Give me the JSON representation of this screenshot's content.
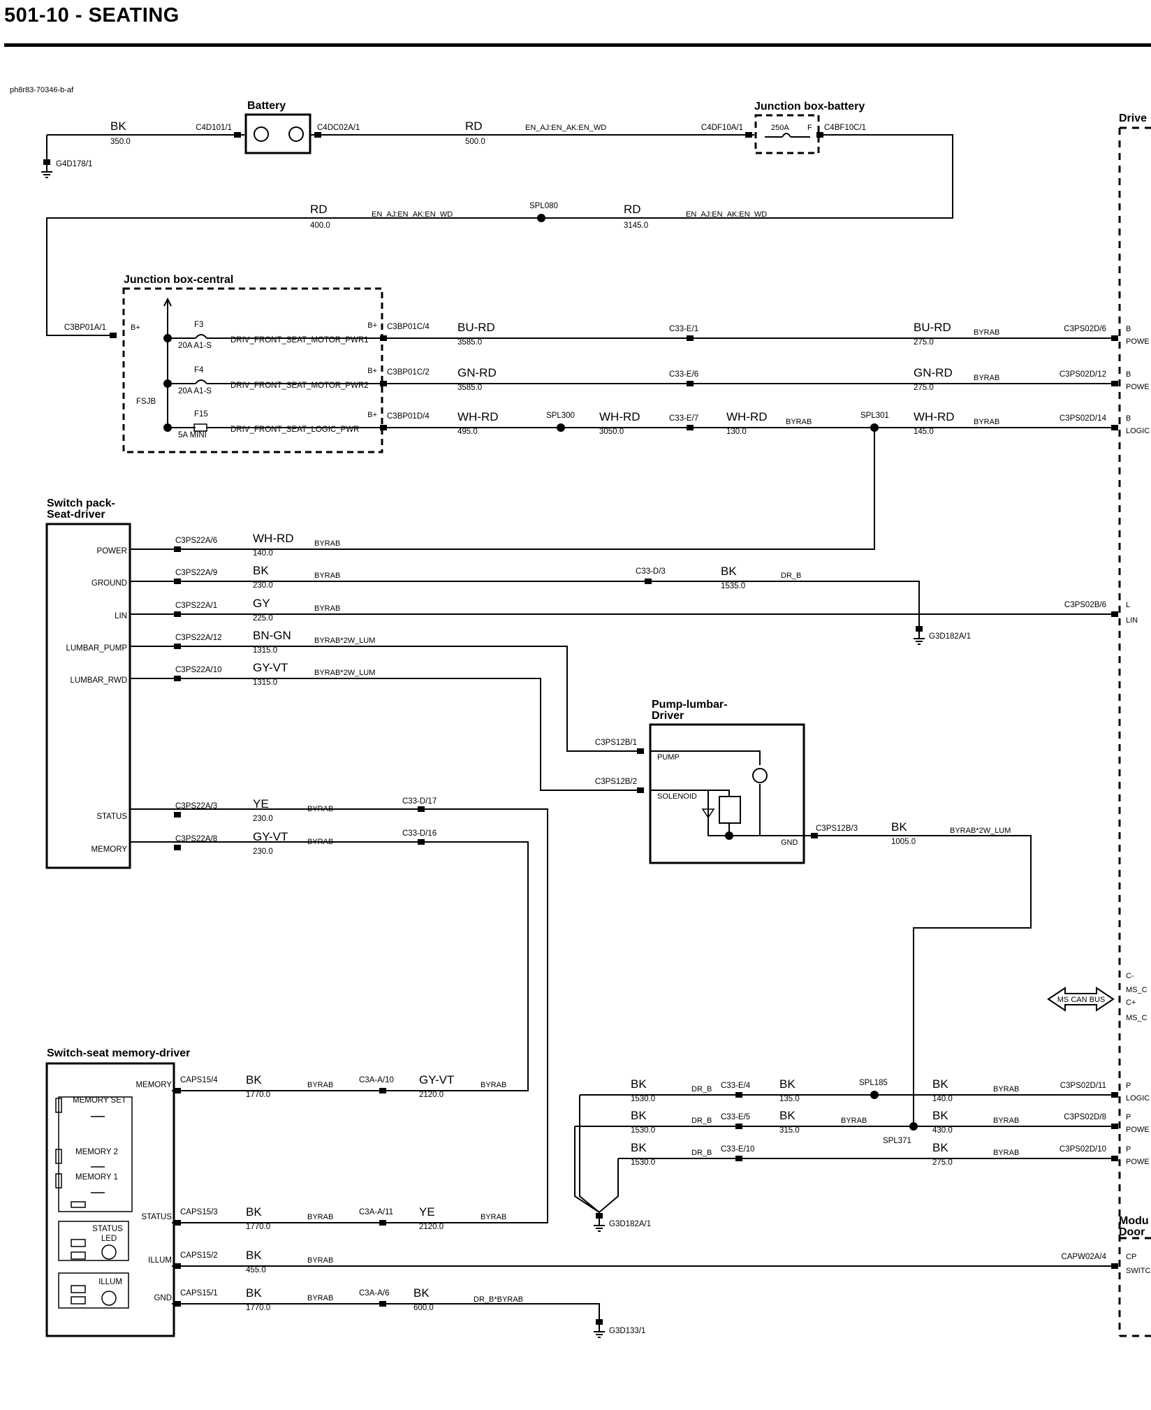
{
  "header": {
    "title": "501-10 - SEATING"
  },
  "diagram": {
    "ref_code": "ph8r83-70346-b-af",
    "components": {
      "battery": "Battery",
      "jb_battery": "Junction box-battery",
      "jb_central": "Junction box-central",
      "switch_pack": [
        "Switch pack-",
        "Seat-driver"
      ],
      "pump_lumbar": [
        "Pump-lumbar-",
        "Driver"
      ],
      "switch_memory": "Switch-seat memory-driver",
      "driver_module_partial": "Drive",
      "door_module_partial": [
        "Modu",
        "Door"
      ]
    },
    "battery_circuit": [
      {
        "c": "BK",
        "g": "350.0"
      },
      {
        "c": "RD",
        "g": "500.0"
      },
      {
        "c": "RD",
        "g": "400.0"
      },
      {
        "c": "RD",
        "g": "3145.0"
      }
    ],
    "connectors_top": [
      "C4D101/1",
      "C4DC02A/1",
      "C4DF10A/1",
      "C4BF10C/1",
      "G4D178/1",
      "C3BP01A/1"
    ],
    "en_code": "EN_AJ:EN_AK:EN_WD",
    "fuse_battery": {
      "rating": "250A",
      "type": "F"
    },
    "splices": [
      "SPL080",
      "SPL300",
      "SPL301",
      "SPL185",
      "SPL371"
    ],
    "jb_central": {
      "fsjb": "FSJB",
      "bplus": "B+",
      "fuses": [
        {
          "id": "F3",
          "rating": "20A A1-S",
          "circuit": "DRIV_FRONT_SEAT_MOTOR_PWR1",
          "conn": "C3BP01C/4"
        },
        {
          "id": "F4",
          "rating": "20A A1-S",
          "circuit": "DRIV_FRONT_SEAT_MOTOR_PWR2",
          "conn": "C3BP01C/2"
        },
        {
          "id": "F15",
          "rating": "5A MINI",
          "circuit": "DRIV_FRONT_SEAT_LOGIC_PWR",
          "conn": "C3BP01D/4"
        }
      ]
    },
    "power_rows": [
      {
        "c1": "BU-RD",
        "g1": "3585.0",
        "mid": "C33-E/1",
        "c2": "BU-RD",
        "g2": "275.0",
        "end": "C3PS02D/6",
        "pin": "B",
        "pinlbl": "POWE"
      },
      {
        "c1": "GN-RD",
        "g1": "3585.0",
        "mid": "C33-E/6",
        "c2": "GN-RD",
        "g2": "275.0",
        "end": "C3PS02D/12",
        "pin": "B",
        "pinlbl": "POWE"
      },
      {
        "c1": "WH-RD",
        "g1": "495.0",
        "c1b": "WH-RD",
        "g1b": "3050.0",
        "mid": "C33-E/7",
        "c2": "WH-RD",
        "g2": "145.0",
        "c3": "WH-RD",
        "g3": "130.0",
        "end": "C3PS02D/14",
        "pin": "B",
        "pinlbl": "LOGIC"
      }
    ],
    "byrab": "BYRAB",
    "byrab_lum": "BYRAB*2W_LUM",
    "dr_b": "DR_B",
    "dr_b_byrab": "DR_B*BYRAB",
    "switch_pack_pins": [
      {
        "name": "POWER",
        "conn": "C3PS22A/6",
        "color": "WH-RD",
        "gauge": "140.0",
        "opt": "BYRAB"
      },
      {
        "name": "GROUND",
        "conn": "C3PS22A/9",
        "color": "BK",
        "gauge": "230.0",
        "opt": "BYRAB",
        "mid": "C33-D/3",
        "c2": "BK",
        "g2": "1535.0",
        "opt2": "DR_B",
        "gnd": "G3D182A/1"
      },
      {
        "name": "LIN",
        "conn": "C3PS22A/1",
        "color": "GY",
        "gauge": "225.0",
        "opt": "BYRAB",
        "end": "C3PS02B/6",
        "pin": "L",
        "pinlbl": "LIN"
      },
      {
        "name": "LUMBAR_PUMP",
        "conn": "C3PS22A/12",
        "color": "BN-GN",
        "gauge": "1315.0",
        "opt": "BYRAB*2W_LUM"
      },
      {
        "name": "LUMBAR_RWD",
        "conn": "C3PS22A/10",
        "color": "GY-VT",
        "gauge": "1315.0",
        "opt": "BYRAB*2W_LUM"
      },
      {
        "name": "STATUS",
        "conn": "C3PS22A/3",
        "color": "YE",
        "gauge": "230.0",
        "opt": "BYRAB",
        "mid": "C33-D/17"
      },
      {
        "name": "MEMORY",
        "conn": "C3PS22A/8",
        "color": "GY-VT",
        "gauge": "230.0",
        "opt": "BYRAB",
        "mid": "C33-D/16"
      }
    ],
    "pump": {
      "pump": "PUMP",
      "solenoid": "SOLENOID",
      "gnd": "GND",
      "c1": "C3PS12B/1",
      "c2": "C3PS12B/2",
      "c3": "C3PS12B/3",
      "out_color": "BK",
      "out_gauge": "1005.0"
    },
    "can": {
      "label": "MS CAN BUS",
      "pins": [
        "C-",
        "MS_C",
        "C+",
        "MS_C"
      ]
    },
    "memory_rows": [
      {
        "c1": "BK",
        "g1": "1530.0",
        "mid": "C33-E/4",
        "c2": "BK",
        "g2": "135.0",
        "c3": "BK",
        "g3": "140.0",
        "end": "C3PS02D/11",
        "pin": "P",
        "pinlbl": "LOGIC"
      },
      {
        "c1": "BK",
        "g1": "1530.0",
        "mid": "C33-E/5",
        "c2": "BK",
        "g2": "315.0",
        "c3": "BK",
        "g3": "430.0",
        "end": "C3PS02D/8",
        "pin": "P",
        "pinlbl": "POWE"
      },
      {
        "c1": "BK",
        "g1": "1530.0",
        "mid": "C33-E/10",
        "c3": "BK",
        "g3": "275.0",
        "end": "C3PS02D/10",
        "pin": "P",
        "pinlbl": "POWE"
      }
    ],
    "gnd_bottom": "G3D182A/1",
    "memory_switch": {
      "labels": [
        "MEMORY SET",
        "MEMORY 2",
        "MEMORY 1",
        "STATUS",
        "LED",
        "ILLUM"
      ],
      "pins": [
        {
          "name": "MEMORY",
          "conn": "CAPS15/4",
          "c1": "BK",
          "g1": "1770.0",
          "mid": "C3A-A/10",
          "c2": "GY-VT",
          "g2": "2120.0"
        },
        {
          "name": "STATUS",
          "conn": "CAPS15/3",
          "c1": "BK",
          "g1": "1770.0",
          "mid": "C3A-A/11",
          "c2": "YE",
          "g2": "2120.0"
        },
        {
          "name": "ILLUM",
          "conn": "CAPS15/2",
          "c1": "BK",
          "g1": "455.0",
          "end": "CAPW02A/4",
          "pin": "CP",
          "pinlbl": "SWITC"
        },
        {
          "name": "GND",
          "conn": "CAPS15/1",
          "c1": "BK",
          "g1": "1770.0",
          "mid": "C3A-A/6",
          "c2": "BK",
          "g2": "600.0",
          "gnd": "G3D133/1"
        }
      ]
    }
  }
}
